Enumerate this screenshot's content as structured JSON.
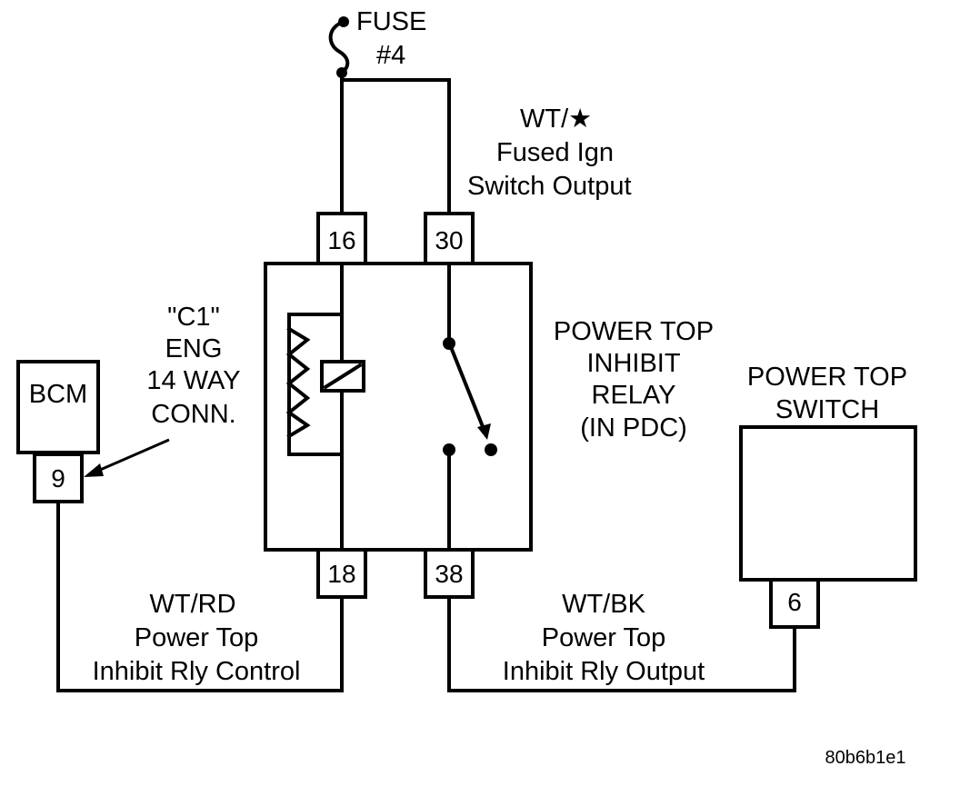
{
  "fuse": {
    "line1": "FUSE",
    "line2": "#4"
  },
  "feed_wire": {
    "color": "WT/★",
    "desc1": "Fused Ign",
    "desc2": "Switch Output"
  },
  "relay": {
    "pins": {
      "p16": "16",
      "p30": "30",
      "p18": "18",
      "p38": "38"
    },
    "label": [
      "POWER TOP",
      "INHIBIT",
      "RELAY",
      "(IN PDC)"
    ]
  },
  "connector": {
    "label": [
      "\"C1\"",
      "ENG",
      "14 WAY",
      "CONN."
    ]
  },
  "bcm": {
    "label": "BCM",
    "pin": "9"
  },
  "switch": {
    "label": [
      "POWER TOP",
      "SWITCH"
    ],
    "pin": "6"
  },
  "control_wire": {
    "color": "WT/RD",
    "desc1": "Power Top",
    "desc2": "Inhibit Rly Control"
  },
  "output_wire": {
    "color": "WT/BK",
    "desc1": "Power Top",
    "desc2": "Inhibit Rly Output"
  },
  "figure_code": "80b6b1e1"
}
